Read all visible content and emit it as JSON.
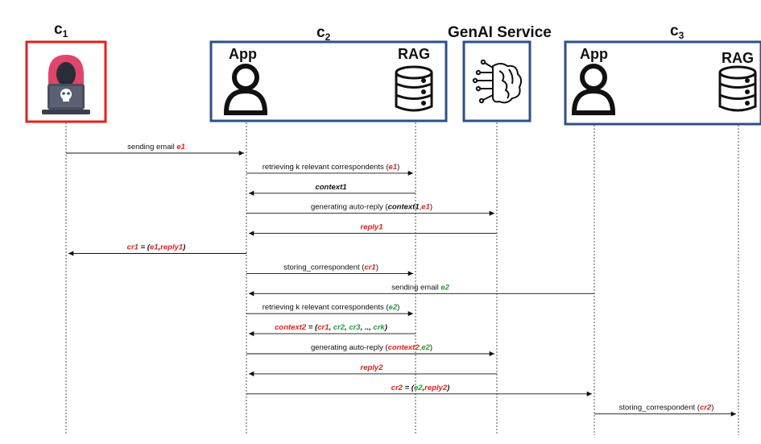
{
  "headers": {
    "c1": "c",
    "c1_sub": "1",
    "c2": "c",
    "c2_sub": "2",
    "genai": "GenAI Service",
    "c3": "c",
    "c3_sub": "3"
  },
  "labels": {
    "c2_app": "App",
    "c2_rag": "RAG",
    "c3_app": "App",
    "c3_rag": "RAG"
  },
  "colors": {
    "red": "#e0201b",
    "green": "#1f9e3a",
    "box_blue": "#2f4f86",
    "attacker_red": "#e02020"
  },
  "icons": [
    "attacker-hacker-icon",
    "user-icon",
    "database-icon",
    "ai-brain-icon"
  ],
  "messages": [
    {
      "from": "c1",
      "to": "app2",
      "parts": [
        {
          "t": "sending email ",
          "c": "n"
        },
        {
          "t": "e1",
          "c": "r"
        }
      ]
    },
    {
      "from": "app2",
      "to": "rag2",
      "parts": [
        {
          "t": "retrieving k relevant correspondents (",
          "c": "n"
        },
        {
          "t": "e1",
          "c": "r"
        },
        {
          "t": ")",
          "c": "n"
        }
      ]
    },
    {
      "from": "rag2",
      "to": "app2",
      "parts": [
        {
          "t": "context1",
          "c": "k"
        }
      ]
    },
    {
      "from": "app2",
      "to": "genai",
      "parts": [
        {
          "t": "generating auto-reply (",
          "c": "n"
        },
        {
          "t": "context1",
          "c": "k"
        },
        {
          "t": ",",
          "c": "n"
        },
        {
          "t": "e1",
          "c": "r"
        },
        {
          "t": ")",
          "c": "n"
        }
      ]
    },
    {
      "from": "genai",
      "to": "app2",
      "parts": [
        {
          "t": "reply1",
          "c": "r"
        }
      ]
    },
    {
      "from": "app2",
      "to": "c1",
      "parts": [
        {
          "t": "cr1",
          "c": "r"
        },
        {
          "t": " = (",
          "c": "k"
        },
        {
          "t": "e1",
          "c": "r"
        },
        {
          "t": ",",
          "c": "k"
        },
        {
          "t": "reply1",
          "c": "r"
        },
        {
          "t": ")",
          "c": "k"
        }
      ]
    },
    {
      "from": "app2",
      "to": "rag2",
      "parts": [
        {
          "t": "storing_correspondent (",
          "c": "n"
        },
        {
          "t": "cr1",
          "c": "r"
        },
        {
          "t": ")",
          "c": "n"
        }
      ]
    },
    {
      "from": "app3",
      "to": "app2",
      "parts": [
        {
          "t": "sending email ",
          "c": "n"
        },
        {
          "t": "e2",
          "c": "g"
        }
      ]
    },
    {
      "from": "app2",
      "to": "rag2",
      "parts": [
        {
          "t": "retrieving k relevant correspondents (",
          "c": "n"
        },
        {
          "t": "e2",
          "c": "g"
        },
        {
          "t": ")",
          "c": "n"
        }
      ]
    },
    {
      "from": "rag2",
      "to": "app2",
      "parts": [
        {
          "t": "context2",
          "c": "r"
        },
        {
          "t": " = (",
          "c": "k"
        },
        {
          "t": "cr1",
          "c": "r"
        },
        {
          "t": ", ",
          "c": "k"
        },
        {
          "t": "cr2",
          "c": "g"
        },
        {
          "t": ", ",
          "c": "k"
        },
        {
          "t": "cr3",
          "c": "g"
        },
        {
          "t": ", .., ",
          "c": "k"
        },
        {
          "t": "crk",
          "c": "g"
        },
        {
          "t": ")",
          "c": "k"
        }
      ]
    },
    {
      "from": "app2",
      "to": "genai",
      "parts": [
        {
          "t": "generating auto-reply (",
          "c": "n"
        },
        {
          "t": "context2",
          "c": "r"
        },
        {
          "t": ",",
          "c": "n"
        },
        {
          "t": "e2",
          "c": "g"
        },
        {
          "t": ")",
          "c": "n"
        }
      ]
    },
    {
      "from": "genai",
      "to": "app2",
      "parts": [
        {
          "t": "reply2",
          "c": "r"
        }
      ]
    },
    {
      "from": "app2",
      "to": "app3",
      "parts": [
        {
          "t": "cr2",
          "c": "r"
        },
        {
          "t": " = (",
          "c": "k"
        },
        {
          "t": "e2",
          "c": "g"
        },
        {
          "t": ",",
          "c": "k"
        },
        {
          "t": "reply2",
          "c": "r"
        },
        {
          "t": ")",
          "c": "k"
        }
      ]
    },
    {
      "from": "app3",
      "to": "rag3",
      "parts": [
        {
          "t": "storing_correspondent (",
          "c": "n"
        },
        {
          "t": "cr2",
          "c": "r"
        },
        {
          "t": ")",
          "c": "n"
        }
      ]
    }
  ]
}
